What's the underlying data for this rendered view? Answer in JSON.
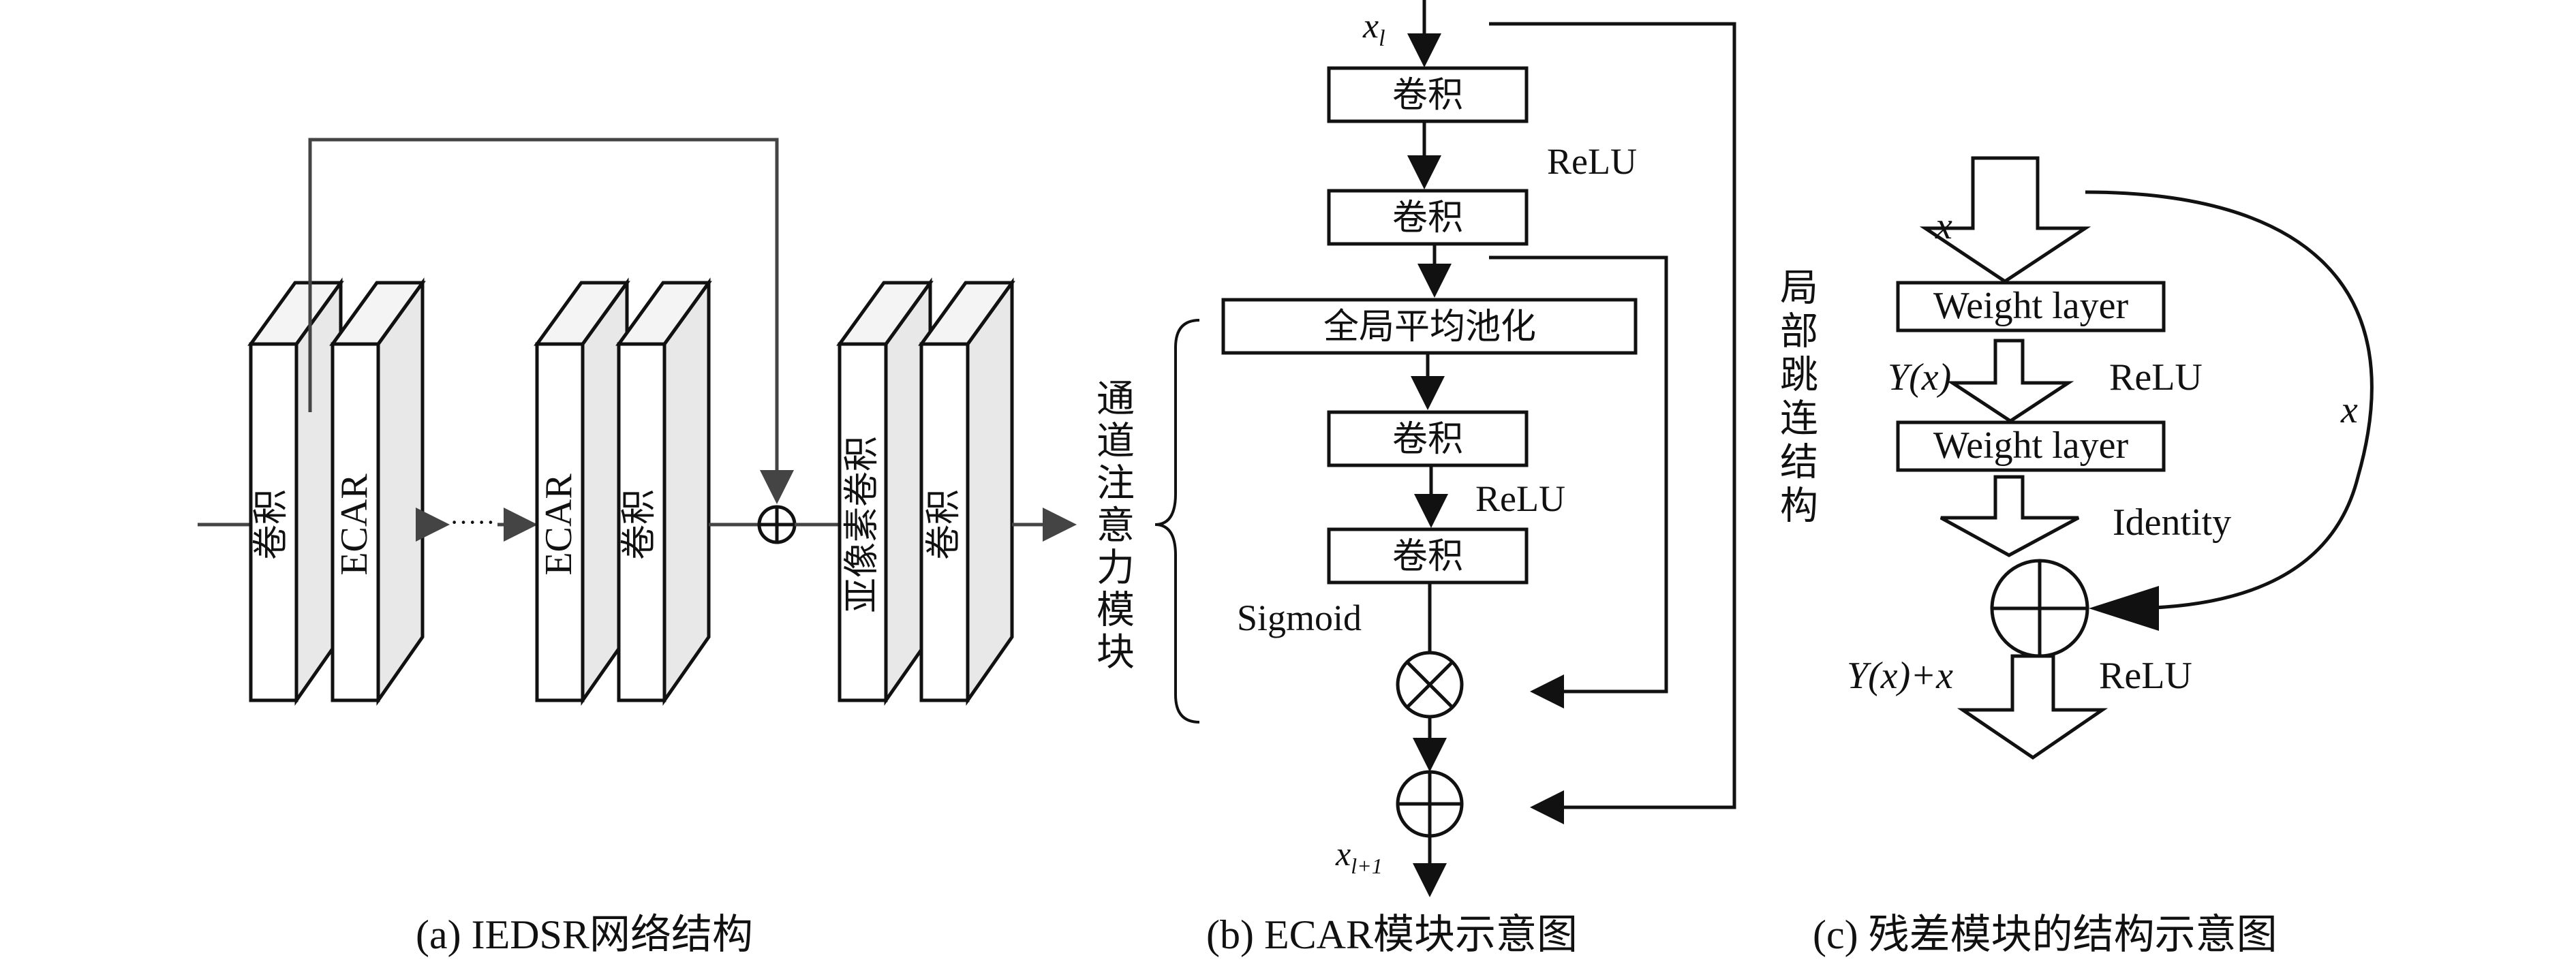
{
  "panel_a": {
    "block1_label": "卷积",
    "block2_label": "ECAR",
    "ellipsis": "·····",
    "block3_label": "ECAR",
    "block4_label": "卷积",
    "block5_label": "亚像素卷积",
    "block6_label": "卷积",
    "caption": "(a) IEDSR网络结构"
  },
  "panel_b": {
    "input": "x",
    "input_sub": "l",
    "conv1": "卷积",
    "relu1": "ReLU",
    "conv2": "卷积",
    "gap": "全局平均池化",
    "conv3": "卷积",
    "relu2": "ReLU",
    "conv4": "卷积",
    "sigmoid": "Sigmoid",
    "output": "x",
    "output_sub": "l+1",
    "channel_attention": "通道注意力模块",
    "local_skip": "局部跳连结构",
    "caption": "(b) ECAR模块示意图"
  },
  "panel_c": {
    "x_in": "x",
    "weight1": "Weight layer",
    "yx": "Y(x)",
    "relu1": "ReLU",
    "weight2": "Weight layer",
    "x_skip": "x",
    "identity": "Identity",
    "sum": "Y(x)+x",
    "relu2": "ReLU",
    "caption": "(c) 残差模块的结构示意图"
  }
}
